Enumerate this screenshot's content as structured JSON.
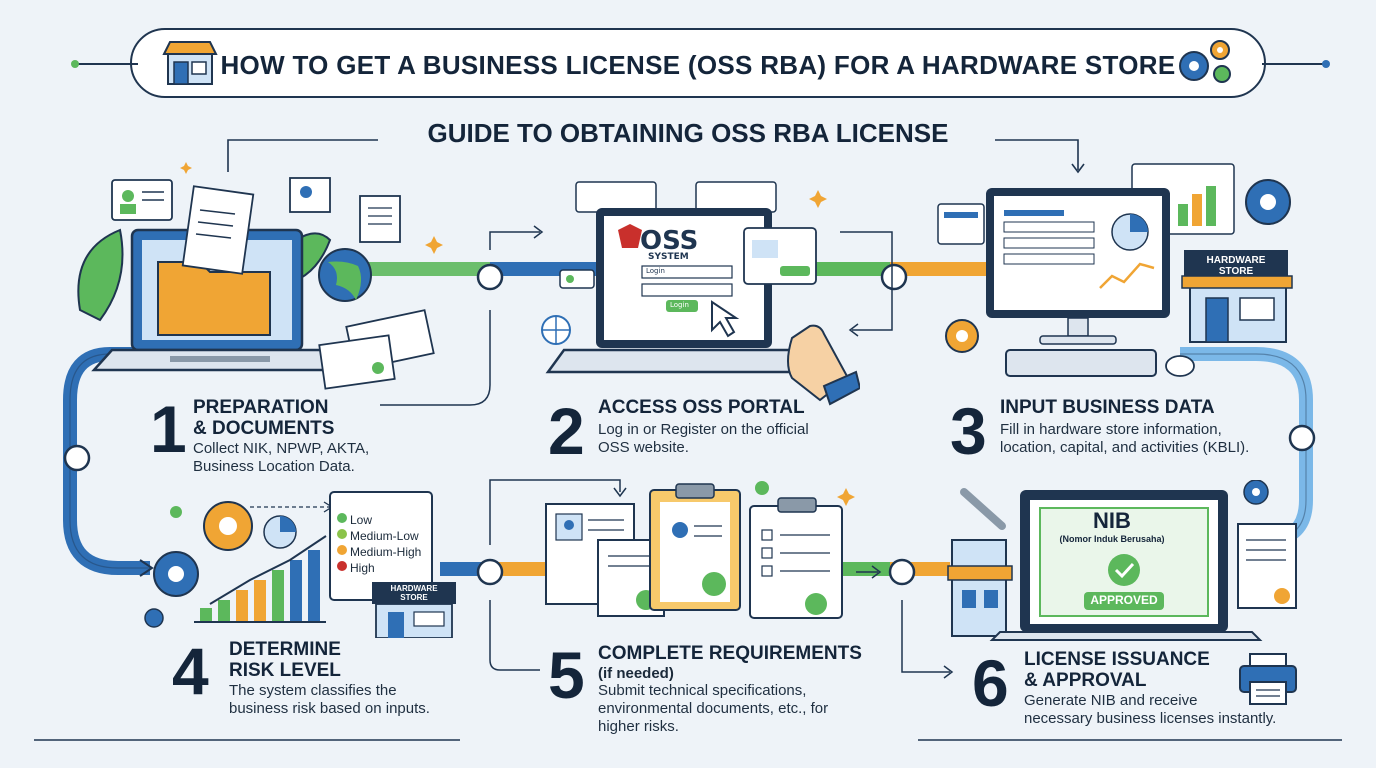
{
  "header": {
    "title": "HOW TO GET A BUSINESS LICENSE (OSS RBA) FOR A HARDWARE STORE",
    "subtitle": "GUIDE TO OBTAINING OSS RBA LICENSE"
  },
  "steps": [
    {
      "number": "1",
      "title_line1": "PREPARATION",
      "title_line2": "& DOCUMENTS",
      "desc_line1": "Collect NIK, NPWP, AKTA,",
      "desc_line2": "Business Location Data."
    },
    {
      "number": "2",
      "title_line1": "ACCESS OSS PORTAL",
      "desc_line1": "Log in or Register on the official",
      "desc_line2": "OSS website."
    },
    {
      "number": "3",
      "title_line1": "INPUT BUSINESS DATA",
      "desc_line1": "Fill in hardware store information,",
      "desc_line2": "location, capital, and activities (KBLI)."
    },
    {
      "number": "4",
      "title_line1": "DETERMINE",
      "title_line2": "RISK LEVEL",
      "desc_line1": "The system classifies the",
      "desc_line2": "business risk based on inputs."
    },
    {
      "number": "5",
      "title_line1": "COMPLETE REQUIREMENTS",
      "title_sub": "(if needed)",
      "desc_line1": "Submit technical specifications,",
      "desc_line2": "environmental documents, etc., for",
      "desc_line3": "higher risks."
    },
    {
      "number": "6",
      "title_line1": "LICENSE ISSUANCE",
      "title_line2": "& APPROVAL",
      "desc_line1": "Generate NIB and receive",
      "desc_line2": "necessary business licenses instantly."
    }
  ],
  "oss_screen": {
    "logo": "OSS",
    "logo_sub": "SYSTEM",
    "field1": "Login",
    "button": "Login"
  },
  "risk_levels": [
    "Low",
    "Medium-Low",
    "Medium-High",
    "High"
  ],
  "store_sign": {
    "line1": "HARDWARE",
    "line2": "STORE"
  },
  "nib": {
    "title": "NIB",
    "subtitle": "(Nomor Induk Berusaha)",
    "badge": "APPROVED"
  },
  "colors": {
    "blue": "#2f6fb5",
    "green": "#5cb85c",
    "orange": "#f0a534",
    "navy": "#14253a"
  }
}
